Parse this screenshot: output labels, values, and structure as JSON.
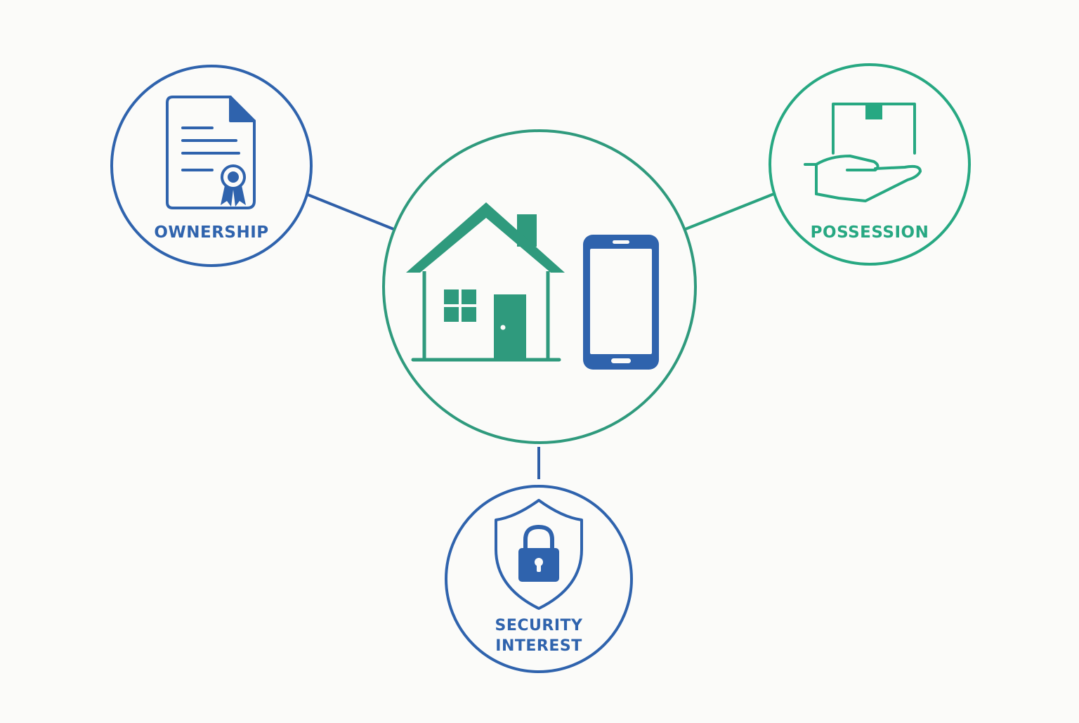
{
  "colors": {
    "background": "#fbfbf9",
    "blue": "#2f63ad",
    "green": "#2f9a7d",
    "teal_green": "#27a882",
    "connector_blue": "#2f5fa8",
    "connector_green": "#2aa27f"
  },
  "nodes": {
    "center": {
      "icons": [
        "house-icon",
        "smartphone-icon"
      ]
    },
    "ownership": {
      "label": "OWNERSHIP",
      "icon": "certificate-document-icon"
    },
    "possession": {
      "label": "POSSESSION",
      "icon": "hand-holding-box-icon"
    },
    "security": {
      "label_line1": "SECURITY",
      "label_line2": "INTEREST",
      "icon": "shield-lock-icon"
    }
  }
}
